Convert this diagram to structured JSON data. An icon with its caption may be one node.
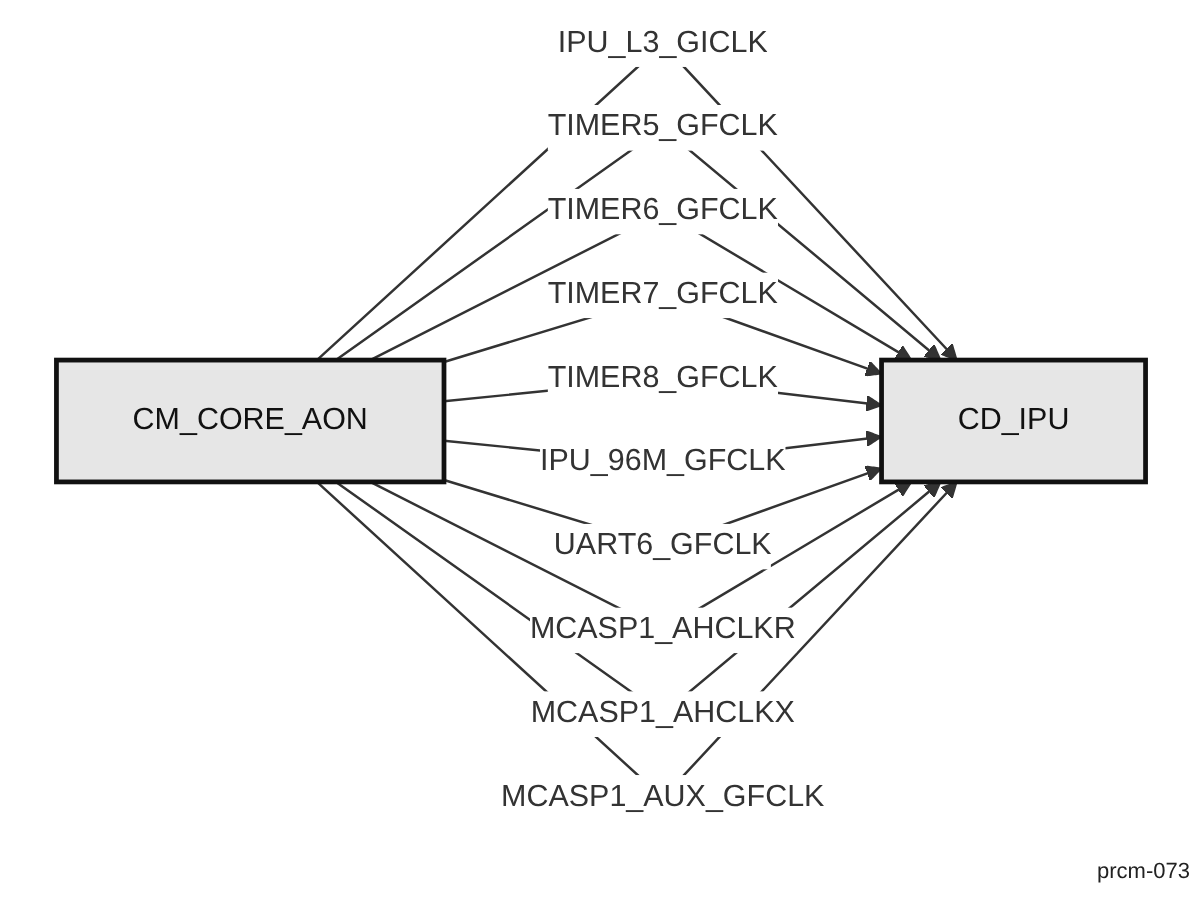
{
  "diagram": {
    "nodes": [
      {
        "text": [
          "CM_CORE_AON"
        ]
      },
      {
        "text": [
          "CD_IPU"
        ]
      }
    ],
    "edges": [
      {
        "from": 0,
        "to": 1,
        "arrow": "to",
        "label": "IPU_L3_GICLK"
      },
      {
        "from": 0,
        "to": 1,
        "arrow": "to",
        "label": "TIMER5_GFCLK"
      },
      {
        "from": 0,
        "to": 1,
        "arrow": "to",
        "label": "TIMER6_GFCLK"
      },
      {
        "from": 0,
        "to": 1,
        "arrow": "to",
        "label": "TIMER7_GFCLK"
      },
      {
        "from": 0,
        "to": 1,
        "arrow": "to",
        "label": "TIMER8_GFCLK"
      },
      {
        "from": 0,
        "to": 1,
        "arrow": "to",
        "label": "IPU_96M_GFCLK"
      },
      {
        "from": 0,
        "to": 1,
        "arrow": "to",
        "label": "UART6_GFCLK"
      },
      {
        "from": 0,
        "to": 1,
        "arrow": "to",
        "label": "MCASP1_AHCLKR"
      },
      {
        "from": 0,
        "to": 1,
        "arrow": "to",
        "label": "MCASP1_AHCLKX"
      },
      {
        "from": 0,
        "to": 1,
        "arrow": "to",
        "label": "MCASP1_AUX_GFCLK"
      }
    ],
    "labels": [
      "prcm-073"
    ]
  }
}
